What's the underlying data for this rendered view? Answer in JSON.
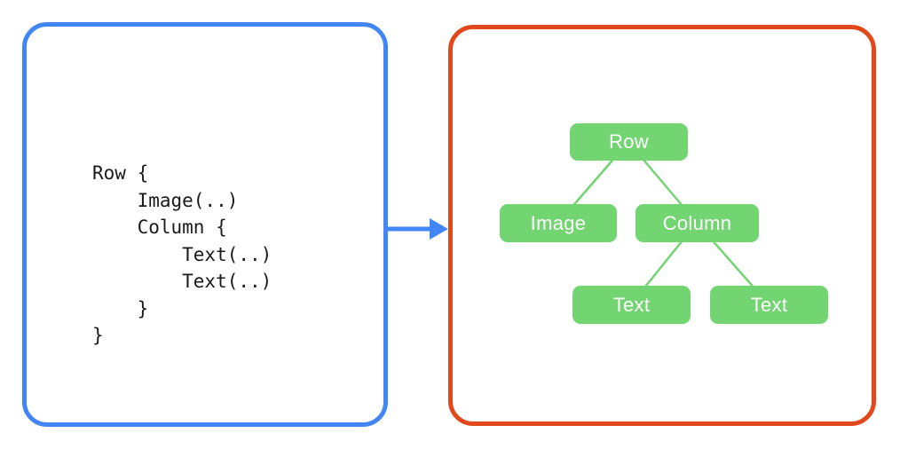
{
  "left_panel": {
    "code_lines": [
      "Row {",
      "    Image(..)",
      "    Column {",
      "        Text(..)",
      "        Text(..)",
      "    }",
      "}"
    ]
  },
  "right_panel": {
    "tree": {
      "nodes": [
        {
          "id": "row",
          "label": "Row",
          "parent": null
        },
        {
          "id": "image",
          "label": "Image",
          "parent": "row"
        },
        {
          "id": "column",
          "label": "Column",
          "parent": "row"
        },
        {
          "id": "text1",
          "label": "Text",
          "parent": "column"
        },
        {
          "id": "text2",
          "label": "Text",
          "parent": "column"
        }
      ]
    }
  },
  "colors": {
    "code_panel_border": "#4285F4",
    "tree_panel_border": "#E1481C",
    "arrow": "#4285F4",
    "node_fill": "#72D572",
    "node_text": "#FFFFFF",
    "edge_line": "#72D572",
    "code_text": "#1A1A1A"
  }
}
